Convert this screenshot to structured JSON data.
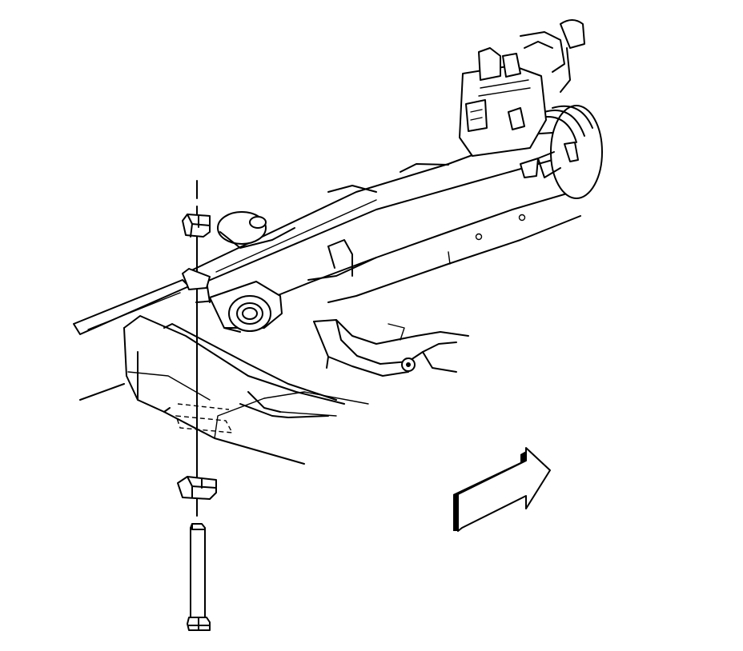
{
  "diagram": {
    "components": [
      "bolt",
      "lower-insulator",
      "upper-insulator",
      "trailing-arm",
      "axle-housing",
      "bushing",
      "brake-caliper",
      "mounting-bracket",
      "frame-rail"
    ],
    "direction_indicator": "front-arrow-icon",
    "colors": {
      "line": "#000000",
      "background": "#ffffff"
    }
  }
}
